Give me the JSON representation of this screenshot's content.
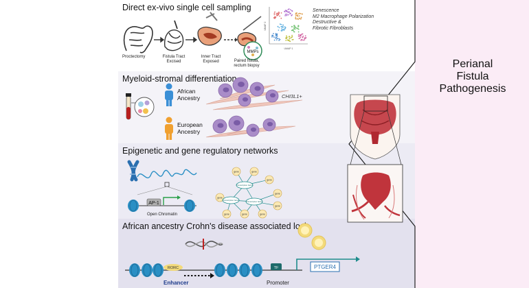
{
  "panels": {
    "sampling": {
      "title": "Direct ex-vivo single cell sampling",
      "steps": [
        "Proctectomy",
        "Fistula Tract Excised",
        "Inner Tract Exposed",
        "Paired fistula, rectum biopsy"
      ],
      "mmps": "MMPs",
      "umap_x": "UMAP 1",
      "umap_y": "UMAP 2",
      "findings": [
        "Senescence",
        "M2 Macrophage Polarization",
        "Destructive &",
        "Fibrotic Fibroblasts"
      ]
    },
    "myeloid": {
      "title": "Myeloid-stromal differentiation",
      "african": "African Ancestry",
      "european": "European Ancestry",
      "gene": "CHI3L1+"
    },
    "epigenetic": {
      "title": "Epigenetic and gene regulatory networks",
      "ap1": "AP-1",
      "open_chromatin": "Open Chromatin",
      "gene_label": "gene",
      "tf_label": "Transcription factor"
    },
    "loci": {
      "title": "African ancestry Crohn's disease associated loci",
      "rorc": "RORC",
      "enhancer": "Enhancer",
      "tf": "TF",
      "promoter": "Promoter",
      "ptger4": "PTGER4"
    }
  },
  "side": {
    "title_lines": [
      "Perianal",
      "Fistula",
      "Pathogenesis"
    ]
  },
  "colors": {
    "tissue": "#c9623a",
    "nucleosome": "#2a8fc4",
    "cell_purple": "#a98cc8",
    "african": "#3b8fd6",
    "european": "#f0a030",
    "gold": "#f0d060",
    "teal": "#1e8c8c",
    "navy": "#1c3a8a",
    "inflamed": "#c0343c"
  }
}
